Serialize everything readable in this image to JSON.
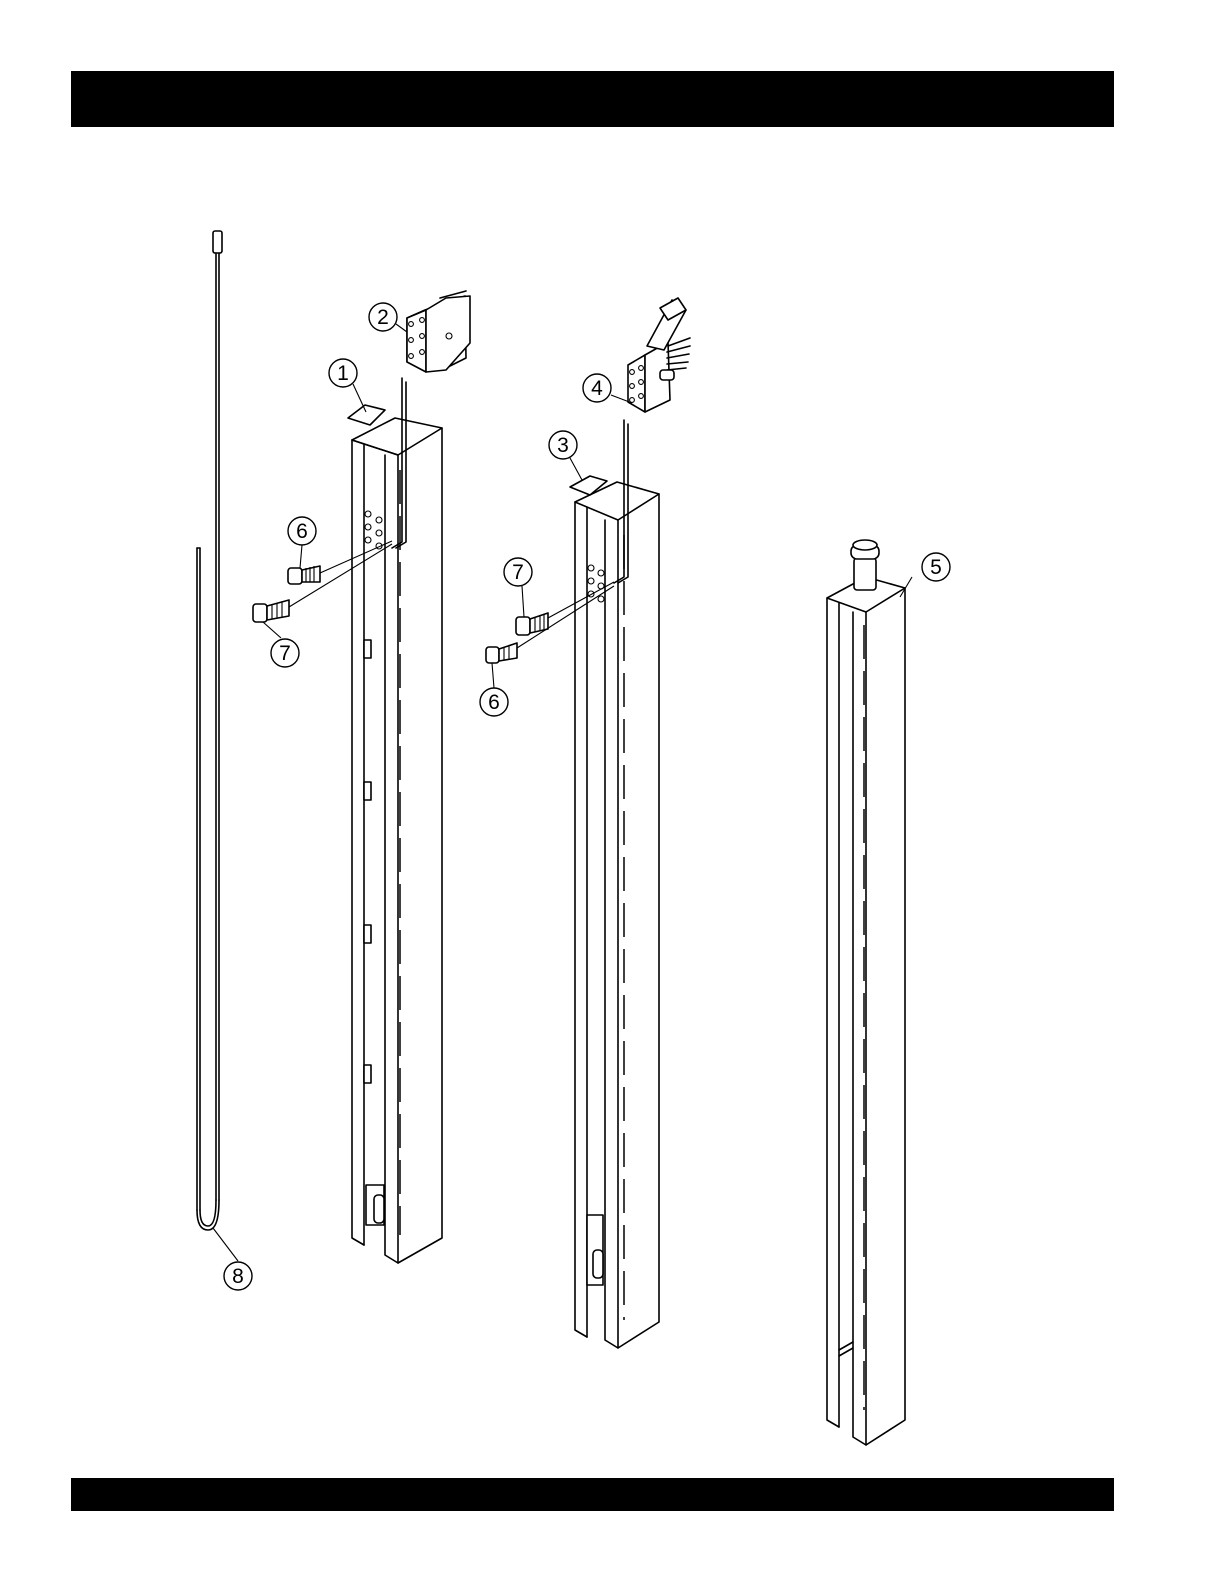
{
  "callouts": [
    {
      "id": "1",
      "label": "1"
    },
    {
      "id": "2",
      "label": "2"
    },
    {
      "id": "3",
      "label": "3"
    },
    {
      "id": "4",
      "label": "4"
    },
    {
      "id": "5",
      "label": "5"
    },
    {
      "id": "6a",
      "label": "6"
    },
    {
      "id": "6b",
      "label": "6"
    },
    {
      "id": "7a",
      "label": "7"
    },
    {
      "id": "7b",
      "label": "7"
    },
    {
      "id": "8",
      "label": "8"
    }
  ]
}
